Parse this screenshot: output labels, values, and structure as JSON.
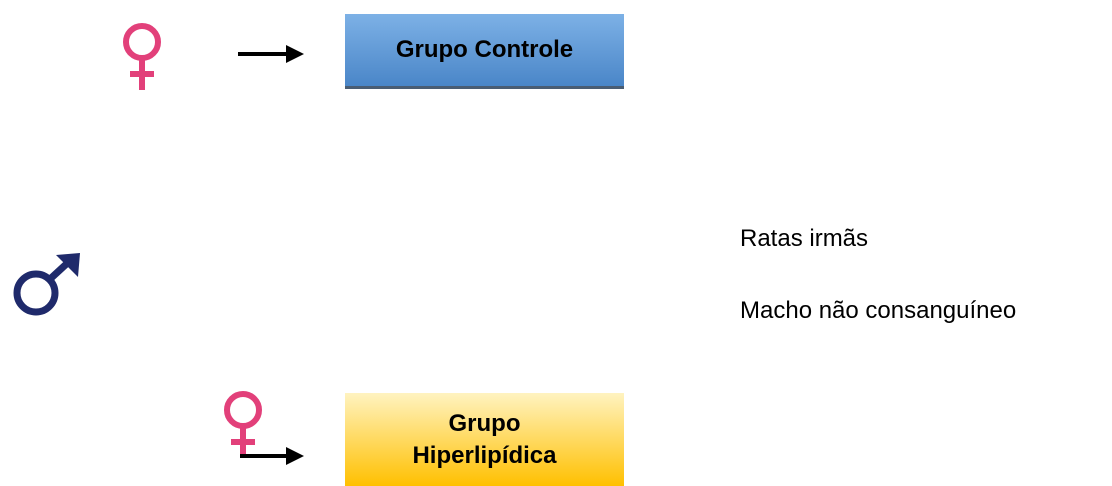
{
  "symbols": {
    "female_top": {
      "icon": "female-symbol-icon",
      "color": "#e2407a"
    },
    "male": {
      "icon": "male-symbol-icon",
      "color": "#1f2a6b"
    },
    "female_bottom": {
      "icon": "female-symbol-icon",
      "color": "#e2407a"
    }
  },
  "groups": {
    "control": {
      "label": "Grupo Controle",
      "color_top": "#7db1e6",
      "color_bottom": "#4a86c8"
    },
    "hyper": {
      "line1": "Grupo",
      "line2": "Hiperlipídica",
      "color_top": "#fff3c0",
      "color_bottom": "#ffc000"
    }
  },
  "legend": {
    "sisters": "Ratas irmãs",
    "male": "Macho não consanguíneo"
  }
}
